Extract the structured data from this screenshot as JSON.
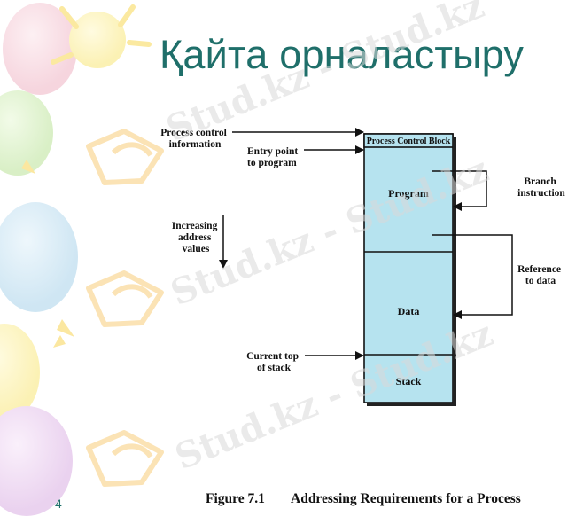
{
  "slide": {
    "title": "Қайта орналастыру",
    "page_number": "4",
    "watermark": "Stud.kz - Stud.kz"
  },
  "diagram": {
    "pcb_header": "Process Control Block",
    "program_label": "Program",
    "data_label": "Data",
    "stack_label": "Stack",
    "pci_line1": "Process control",
    "pci_line2": "information",
    "entry_line1": "Entry point",
    "entry_line2": "to program",
    "incr_line1": "Increasing",
    "incr_line2": "address",
    "incr_line3": "values",
    "branch_line1": "Branch",
    "branch_line2": "instruction",
    "ref_line1": "Reference",
    "ref_line2": "to data",
    "cur_line1": "Current top",
    "cur_line2": "of stack"
  },
  "caption": {
    "label": "Figure 7.1",
    "text": "Addressing Requirements for a Process"
  }
}
